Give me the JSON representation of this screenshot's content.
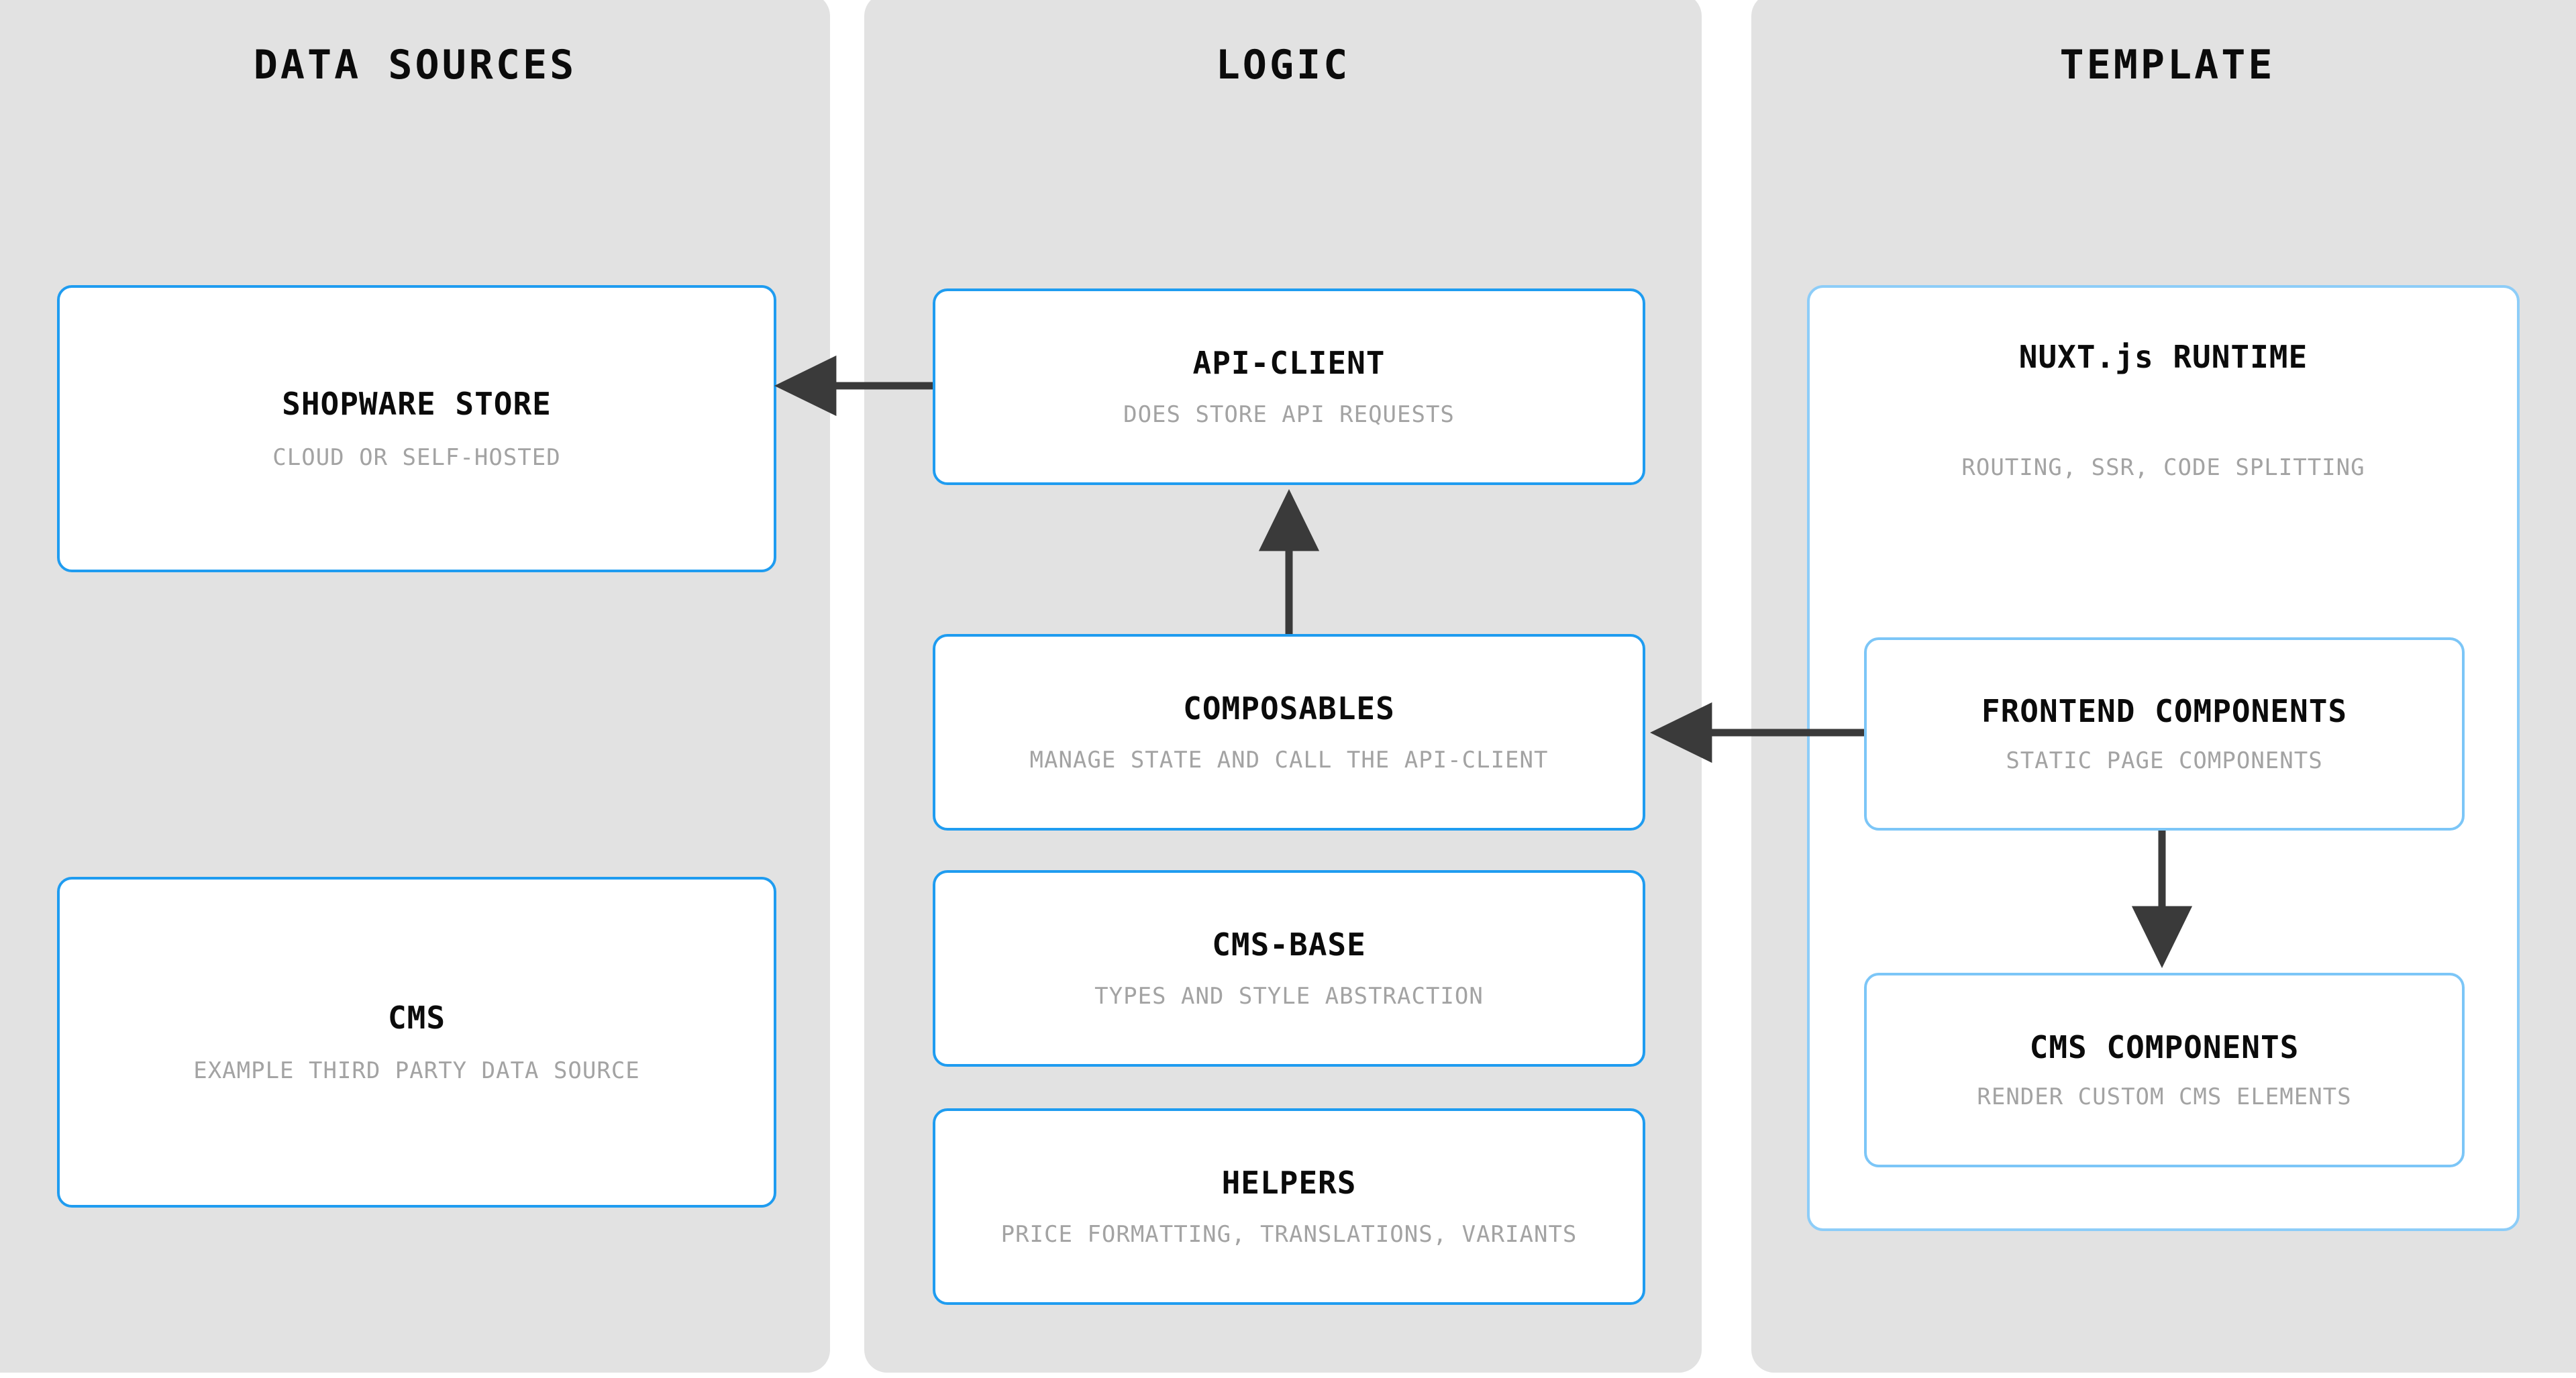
{
  "diagram": {
    "background": "#ffffff",
    "panel_color": "#e2e2e2",
    "accent_blue": "#1f9cf0",
    "accent_blue_light": "#7cc6f7",
    "arrow_color": "#3a3a3a",
    "subtitle_color": "#a3a3a3"
  },
  "columns": [
    {
      "id": "data-sources",
      "title": "DATA SOURCES",
      "nodes": [
        {
          "id": "shopware-store",
          "title": "SHOPWARE STORE",
          "subtitle": "CLOUD OR SELF-HOSTED"
        },
        {
          "id": "cms",
          "title": "CMS",
          "subtitle": "EXAMPLE THIRD PARTY DATA SOURCE"
        }
      ]
    },
    {
      "id": "logic",
      "title": "LOGIC",
      "nodes": [
        {
          "id": "api-client",
          "title": "API-CLIENT",
          "subtitle": "DOES STORE API REQUESTS"
        },
        {
          "id": "composables",
          "title": "COMPOSABLES",
          "subtitle": "MANAGE STATE AND CALL THE API-CLIENT"
        },
        {
          "id": "cms-base",
          "title": "CMS-BASE",
          "subtitle": "TYPES AND STYLE ABSTRACTION"
        },
        {
          "id": "helpers",
          "title": "HELPERS",
          "subtitle": "PRICE FORMATTING, TRANSLATIONS, VARIANTS"
        }
      ]
    },
    {
      "id": "template",
      "title": "TEMPLATE",
      "nodes": [
        {
          "id": "nuxt-runtime",
          "title": "NUXT.js RUNTIME",
          "subtitle": "ROUTING, SSR, CODE SPLITTING",
          "children": [
            {
              "id": "frontend-components",
              "title": "FRONTEND COMPONENTS",
              "subtitle": "STATIC PAGE COMPONENTS"
            },
            {
              "id": "cms-components",
              "title": "CMS COMPONENTS",
              "subtitle": "RENDER CUSTOM CMS ELEMENTS"
            }
          ]
        }
      ]
    }
  ],
  "connections": [
    {
      "id": "api-client-to-shopware-store",
      "from": "api-client",
      "to": "shopware-store",
      "direction": "left"
    },
    {
      "id": "composables-to-api-client",
      "from": "composables",
      "to": "api-client",
      "direction": "up"
    },
    {
      "id": "frontend-components-to-composables",
      "from": "frontend-components",
      "to": "composables",
      "direction": "left"
    },
    {
      "id": "frontend-components-to-cms-components",
      "from": "frontend-components",
      "to": "cms-components",
      "direction": "down"
    }
  ]
}
